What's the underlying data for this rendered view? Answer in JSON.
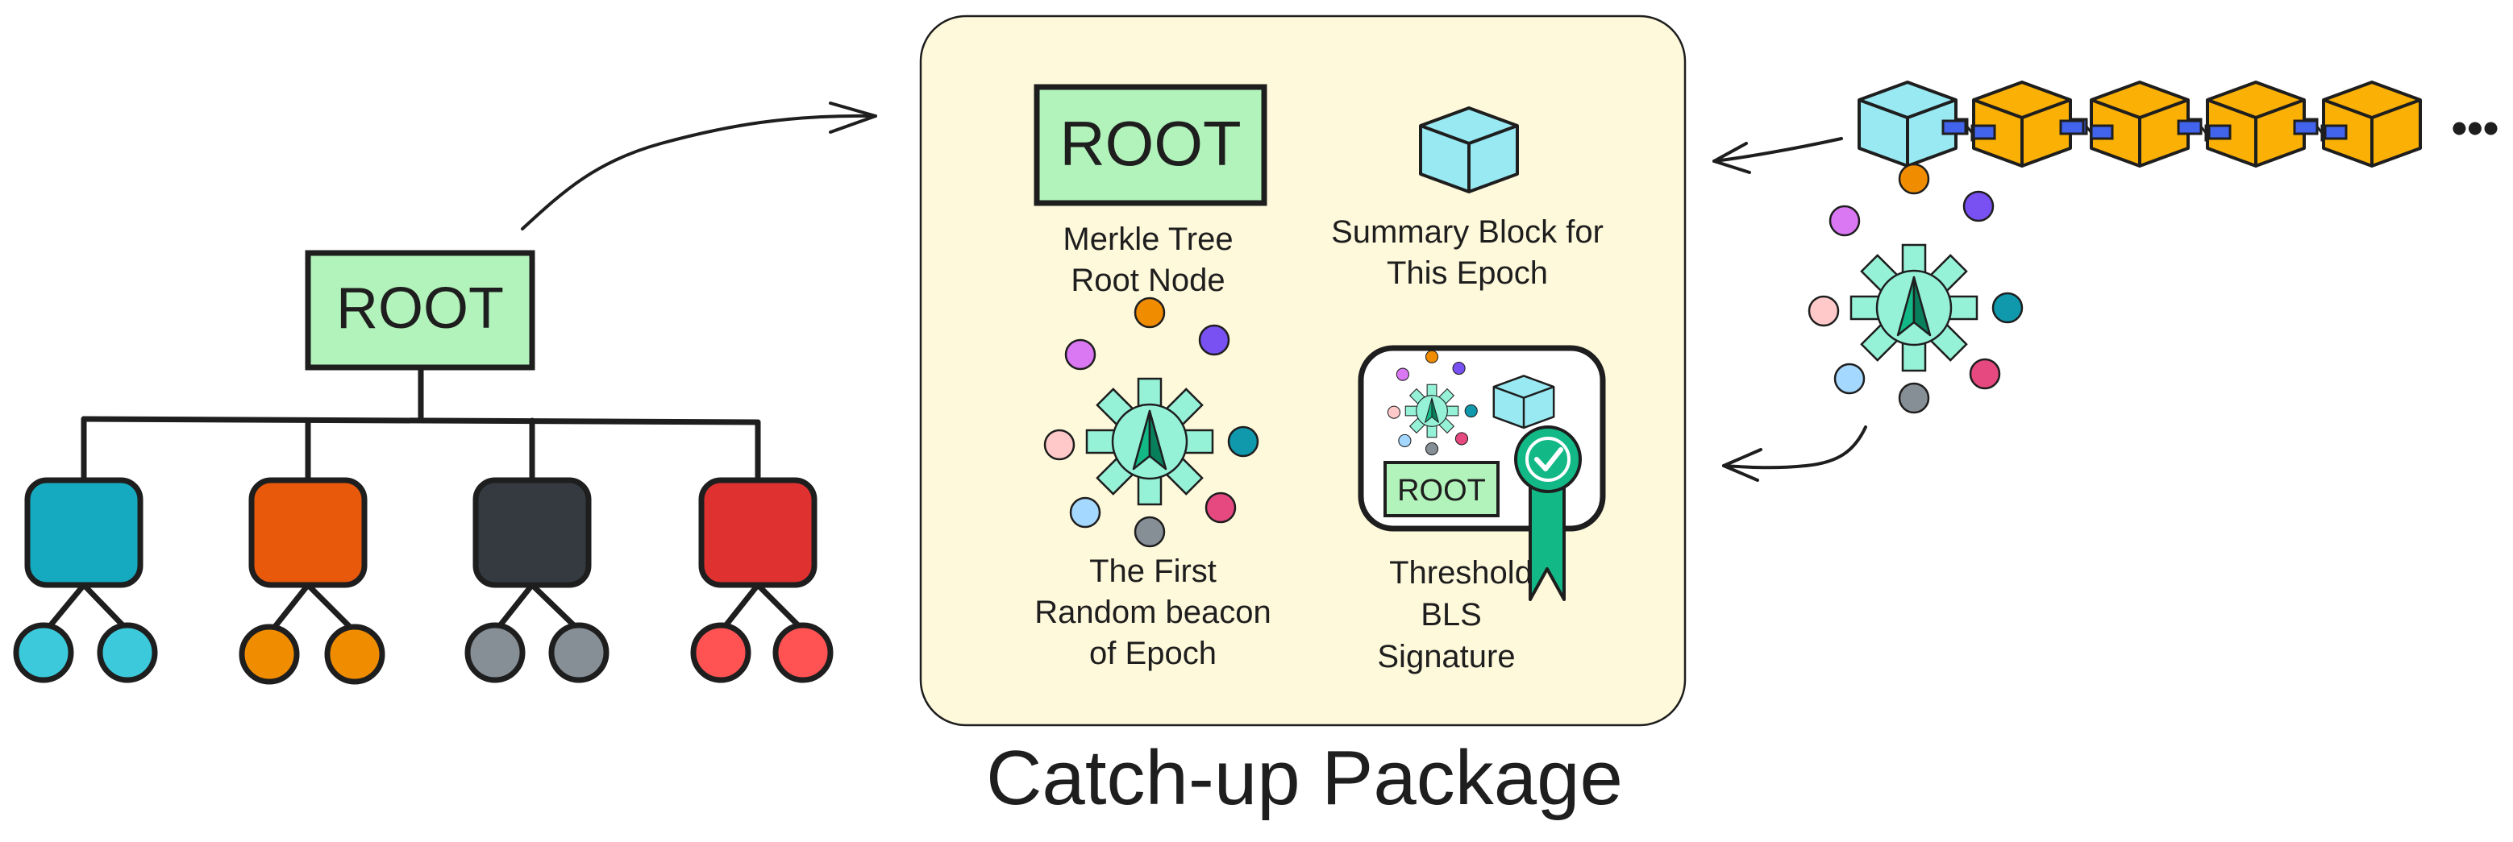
{
  "merkle_tree": {
    "root_label": "ROOT",
    "children": [
      {
        "color": "#15aabf",
        "leaf_color": "#3bc9db"
      },
      {
        "color": "#e8590c",
        "leaf_color": "#f08c00"
      },
      {
        "color": "#343a40",
        "leaf_color": "#868e96"
      },
      {
        "color": "#e03131",
        "leaf_color": "#ff5252"
      }
    ]
  },
  "package": {
    "title": "Catch-up Package",
    "background": "#fff9db",
    "root_label": "ROOT",
    "merkle_caption": [
      "Merkle Tree",
      "Root Node"
    ],
    "summary_caption": [
      "Summary Block for",
      "This Epoch"
    ],
    "beacon_caption": [
      "The First",
      "Random beacon",
      "of Epoch"
    ],
    "signature_caption": [
      "Threshold",
      "BLS",
      "Signature"
    ],
    "certificate_root_label": "ROOT"
  },
  "chain": {
    "ellipsis": "•••",
    "first_block_color": "#99e9f2",
    "block_color": "#fab005",
    "link_color": "#4263eb"
  },
  "colors": {
    "root_fill": "#b2f2bb",
    "beacon_fill": "#96f2d7",
    "beacon_needle": "#12b886",
    "badge": "#12b886",
    "beacon_dots": [
      "#f08c00",
      "#7950f2",
      "#1098ad",
      "#e64980",
      "#868e96",
      "#a5d8ff",
      "#ffc9c9",
      "#da77f2"
    ]
  }
}
